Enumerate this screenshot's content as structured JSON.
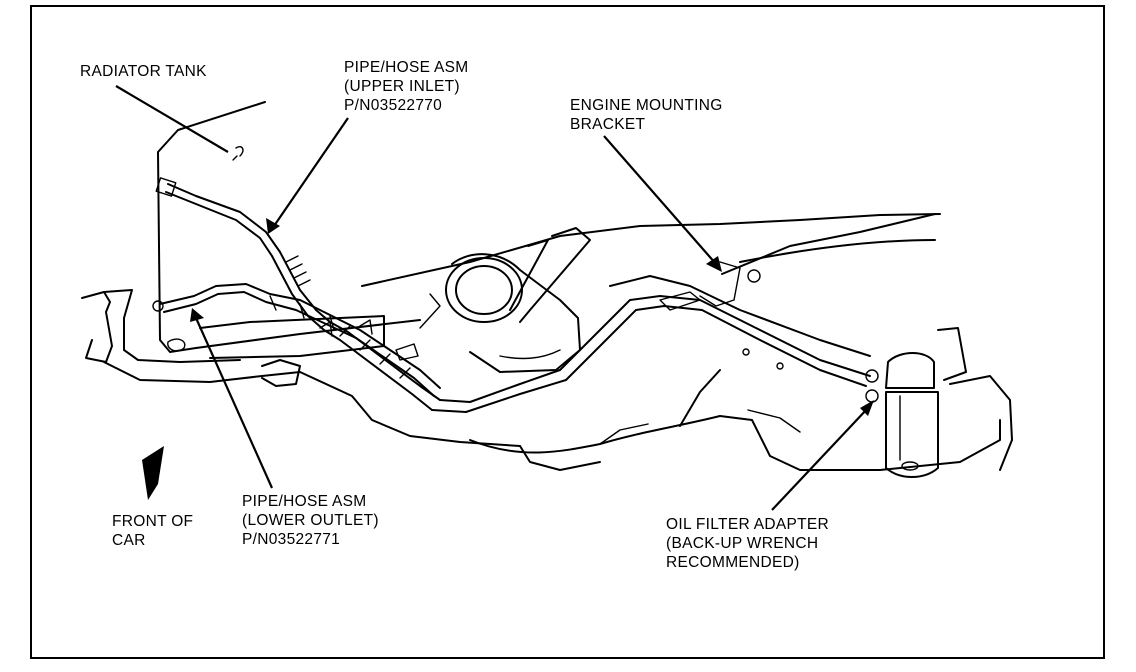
{
  "labels": {
    "radiator_tank": "RADIATOR TANK",
    "upper_hose": [
      "PIPE/HOSE ASM",
      "(UPPER INLET)",
      "P/N03522770"
    ],
    "engine_bracket": [
      "ENGINE MOUNTING",
      "BRACKET"
    ],
    "lower_hose": [
      "PIPE/HOSE ASM",
      "(LOWER OUTLET)",
      "P/N03522771"
    ],
    "front_of_car": [
      "FRONT OF",
      "CAR"
    ],
    "oil_filter": [
      "OIL FILTER ADAPTER",
      "(BACK-UP WRENCH",
      "RECOMMENDED)"
    ]
  }
}
